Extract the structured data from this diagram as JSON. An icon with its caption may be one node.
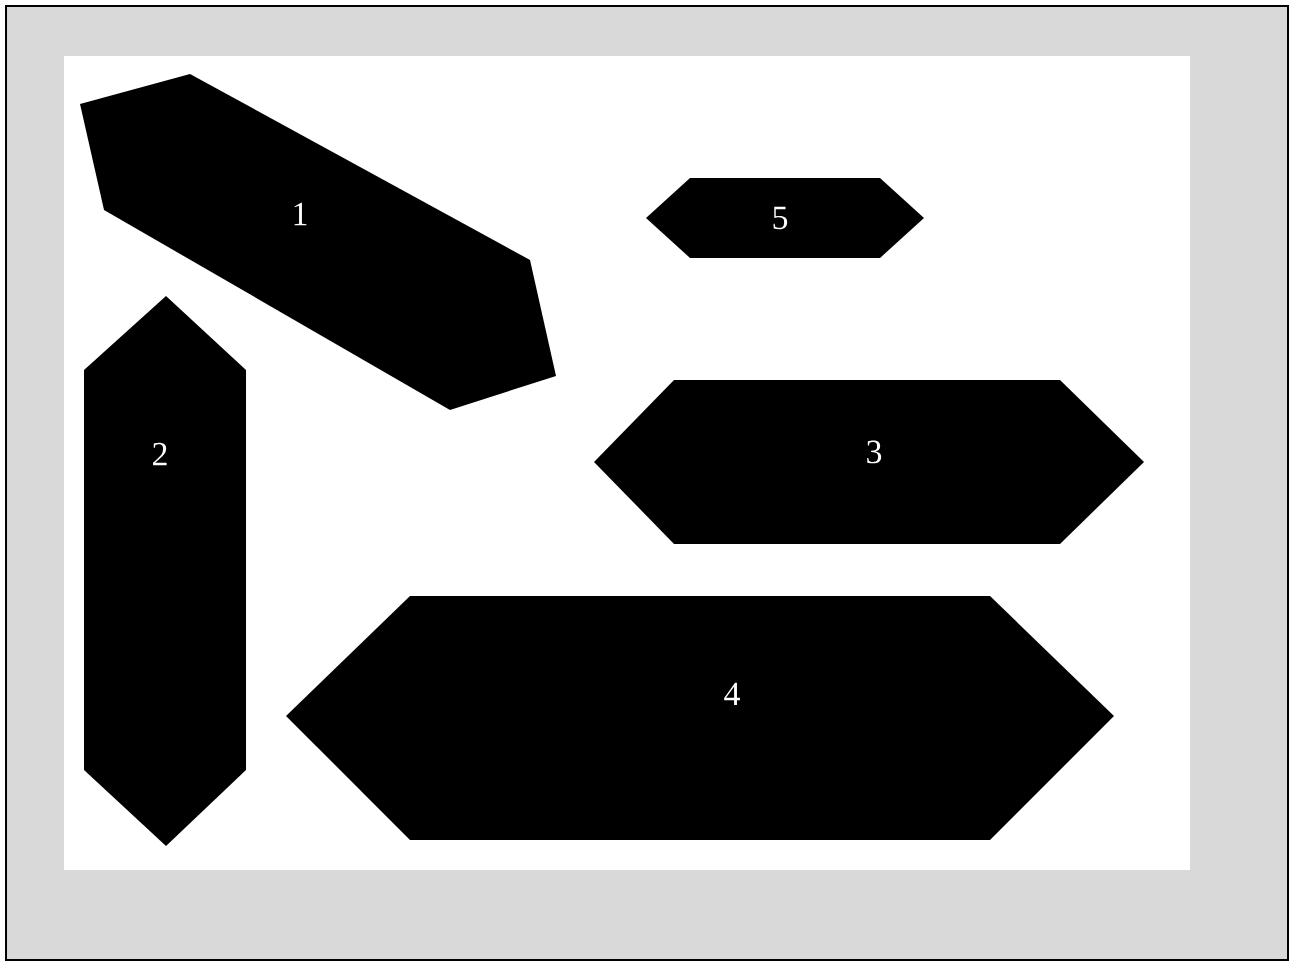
{
  "diagram": {
    "nodes": [
      {
        "text": [
          "1"
        ]
      },
      {
        "text": [
          "2"
        ]
      },
      {
        "text": [
          "3"
        ]
      },
      {
        "text": [
          "4"
        ]
      },
      {
        "text": [
          "5"
        ]
      }
    ]
  }
}
